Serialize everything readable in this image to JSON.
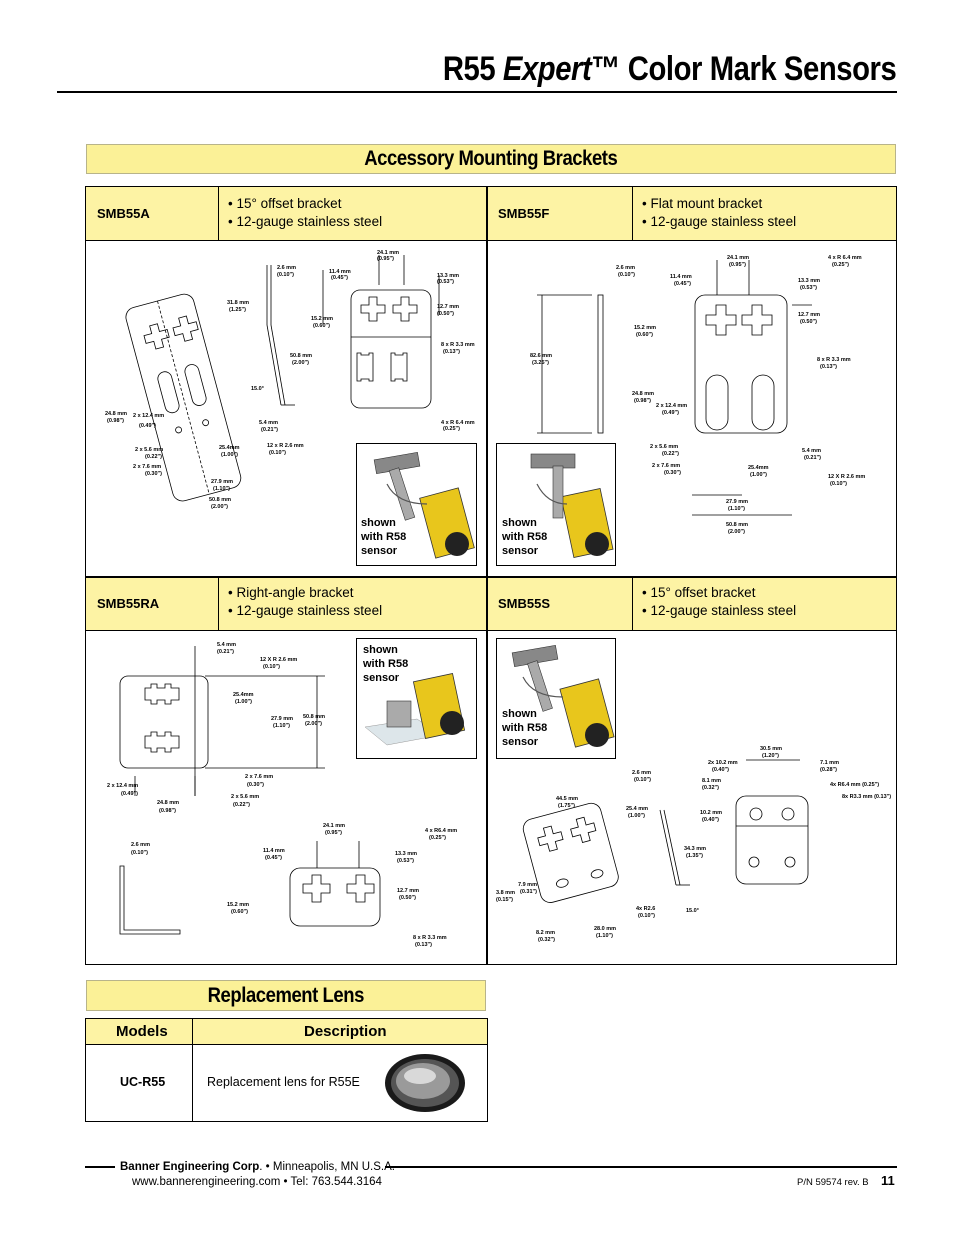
{
  "header": {
    "title_prefix": "R55 ",
    "title_italic": "Expert",
    "title_suffix": "™ Color Mark Sensors"
  },
  "brackets_section": {
    "title": "Accessory Mounting Brackets",
    "items": [
      {
        "model": "SMB55A",
        "bullets": [
          "• 15° offset bracket",
          "• 12-gauge stainless steel"
        ],
        "photo_caption": [
          "shown",
          "with R58",
          "sensor"
        ]
      },
      {
        "model": "SMB55F",
        "bullets": [
          "• Flat mount bracket",
          "• 12-gauge stainless steel"
        ],
        "photo_caption": [
          "shown",
          "with R58",
          "sensor"
        ]
      },
      {
        "model": "SMB55RA",
        "bullets": [
          "• Right-angle bracket",
          "• 12-gauge stainless steel"
        ],
        "photo_caption": [
          "shown",
          "with R58",
          "sensor"
        ]
      },
      {
        "model": "SMB55S",
        "bullets": [
          "• 15° offset bracket",
          "• 12-gauge stainless steel"
        ],
        "photo_caption": [
          "shown",
          "with R58",
          "sensor"
        ]
      }
    ]
  },
  "dims": {
    "smb55a": [
      "2.6 mm",
      "(0.10\")",
      "24.1 mm",
      "(0.95\")",
      "11.4 mm",
      "(0.45\")",
      "13.3 mm",
      "(0.53\")",
      "31.8 mm",
      "(1.25\")",
      "15.2 mm",
      "(0.60\")",
      "12.7 mm",
      "(0.50\")",
      "8 x R 3.3 mm",
      "(0.13\")",
      "50.8 mm",
      "(2.00\")",
      "15.0°",
      "24.8 mm",
      "(0.98\")",
      "2 x 12.4 mm",
      "(0.49\")",
      "5.4 mm",
      "(0.21\")",
      "4 x R 6.4 mm",
      "(0.25\")",
      "2 x 5.6 mm",
      "(0.22\")",
      "25.4mm",
      "(1.00\")",
      "12 x R 2.6 mm",
      "(0.10\")",
      "2 x 7.6 mm",
      "(0.30\")",
      "27.9 mm",
      "(1.10\")",
      "50.8 mm",
      "(2.00\")"
    ],
    "smb55f": [
      "2.6 mm",
      "(0.10\")",
      "24.1 mm",
      "(0.95\")",
      "4 x R 6.4 mm",
      "(0.25\")",
      "11.4 mm",
      "(0.45\")",
      "13.3 mm",
      "(0.53\")",
      "12.7 mm",
      "(0.50\")",
      "15.2 mm",
      "(0.60\")",
      "82.6 mm",
      "(3.25\")",
      "8 x R 3.3 mm",
      "(0.13\")",
      "24.8 mm",
      "(0.98\")",
      "2 x 12.4 mm",
      "(0.49\")",
      "2 x 5.6 mm",
      "(0.22\")",
      "5.4 mm",
      "(0.21\")",
      "2 x 7.6 mm",
      "(0.30\")",
      "25.4mm",
      "(1.00\")",
      "12 X R 2.6 mm",
      "(0.10\")",
      "27.9 mm",
      "(1.10\")",
      "50.8 mm",
      "(2.00\")"
    ],
    "smb55ra": [
      "5.4 mm",
      "(0.21\")",
      "12 X R 2.6 mm",
      "(0.10\")",
      "25.4mm",
      "(1.00\")",
      "27.9 mm",
      "(1.10\")",
      "50.8 mm",
      "(2.00\")",
      "2 x 7.6 mm",
      "(0.30\")",
      "2 x 12.4 mm",
      "(0.49\")",
      "2 x 5.6 mm",
      "(0.22\")",
      "24.8 mm",
      "(0.98\")",
      "2.6 mm",
      "(0.10\")",
      "24.1 mm",
      "(0.95\")",
      "4 x R6.4 mm",
      "(0.25\")",
      "11.4 mm",
      "(0.45\")",
      "13.3 mm",
      "(0.53\")",
      "12.7 mm",
      "(0.50\")",
      "15.2 mm",
      "(0.60\")",
      "8 x R 3.3 mm",
      "(0.13\")"
    ],
    "smb55s": [
      "30.5 mm",
      "(1.20\")",
      "2x 10.2 mm",
      "(0.40\")",
      "7.1 mm",
      "(0.28\")",
      "2.6 mm",
      "(0.10\")",
      "8.1 mm",
      "(0.32\")",
      "4x R6.4 mm (0.25\")",
      "44.5 mm",
      "(1.75\")",
      "25.4 mm",
      "(1.00\")",
      "10.2 mm",
      "(0.40\")",
      "8x R3.3 mm (0.13\")",
      "34.3 mm",
      "(1.35\")",
      "7.9 mm",
      "(0.31\")",
      "3.8 mm",
      "(0.15\")",
      "4x R2.6",
      "(0.10\")",
      "15.0°",
      "8.2 mm",
      "(0.32\")",
      "28.0 mm",
      "(1.10\")"
    ]
  },
  "lens_section": {
    "title": "Replacement Lens",
    "col_models": "Models",
    "col_description": "Description",
    "row_model": "UC-R55",
    "row_description": "Replacement lens for R55E"
  },
  "footer": {
    "company": "Banner Engineering Corp",
    "company_rest": ". • Minneapolis, MN U.S.A.",
    "web_tel": "www.bannerengineering.com  •  Tel: 763.544.3164",
    "part_number": "P/N  59574 rev. B",
    "page_number": "11"
  },
  "colors": {
    "band": "#fbf197",
    "cell": "#fdf3a4",
    "sensor_yellow": "#e8c61c"
  }
}
